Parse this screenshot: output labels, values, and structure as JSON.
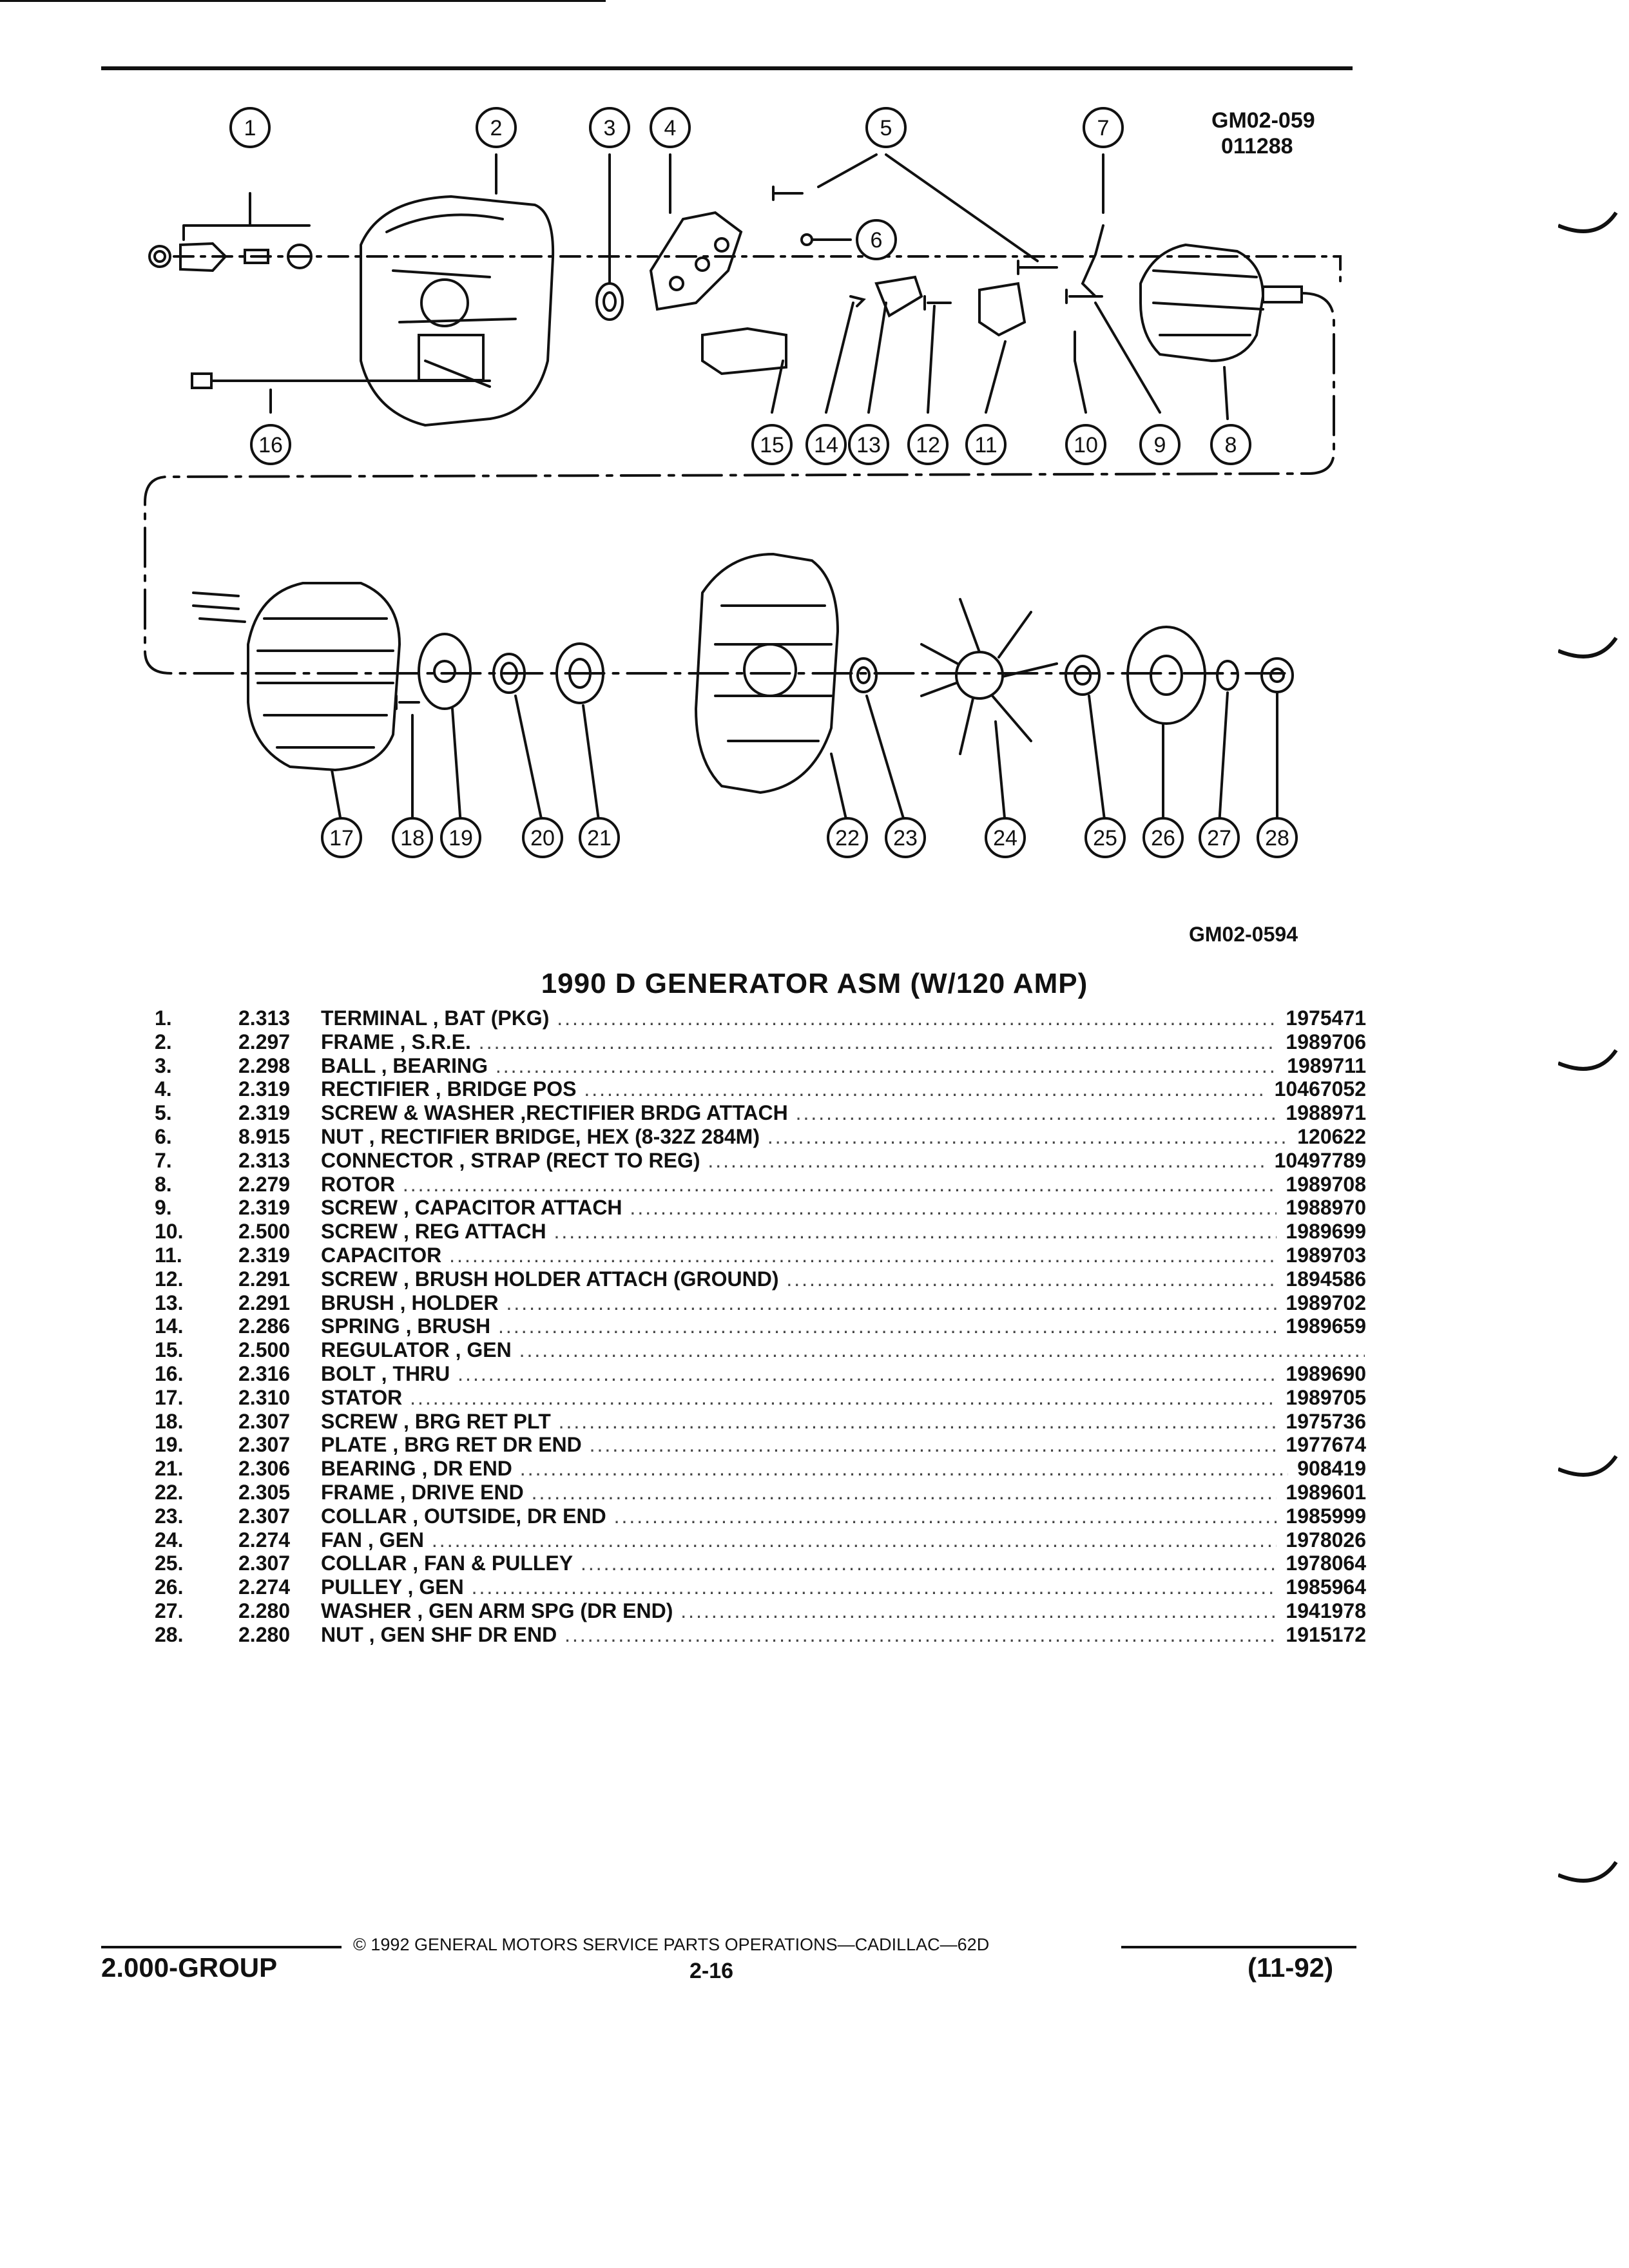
{
  "diagram": {
    "code_top_1": "GM02-059",
    "code_top_2": "011288",
    "code_bottom": "GM02-0594",
    "callouts": [
      "1",
      "2",
      "3",
      "4",
      "5",
      "6",
      "7",
      "8",
      "9",
      "10",
      "11",
      "12",
      "13",
      "14",
      "15",
      "16",
      "17",
      "18",
      "19",
      "20",
      "21",
      "22",
      "23",
      "24",
      "25",
      "26",
      "27",
      "28"
    ]
  },
  "title": "1990 D GENERATOR ASM (W/120 AMP)",
  "parts": [
    {
      "num": "1.",
      "group": "2.313",
      "desc": "TERMINAL , BAT (PKG)",
      "pn": "1975471"
    },
    {
      "num": "2.",
      "group": "2.297",
      "desc": "FRAME , S.R.E.",
      "pn": "1989706"
    },
    {
      "num": "3.",
      "group": "2.298",
      "desc": "BALL , BEARING",
      "pn": "1989711"
    },
    {
      "num": "4.",
      "group": "2.319",
      "desc": "RECTIFIER , BRIDGE POS",
      "pn": "10467052"
    },
    {
      "num": "5.",
      "group": "2.319",
      "desc": "SCREW & WASHER ,RECTIFIER BRDG ATTACH",
      "pn": "1988971"
    },
    {
      "num": "6.",
      "group": "8.915",
      "desc": "NUT , RECTIFIER BRIDGE, HEX (8-32Z 284M)",
      "pn": "120622"
    },
    {
      "num": "7.",
      "group": "2.313",
      "desc": "CONNECTOR , STRAP (RECT TO REG)",
      "pn": "10497789"
    },
    {
      "num": "8.",
      "group": "2.279",
      "desc": "ROTOR",
      "pn": "1989708"
    },
    {
      "num": "9.",
      "group": "2.319",
      "desc": "SCREW , CAPACITOR ATTACH",
      "pn": "1988970"
    },
    {
      "num": "10.",
      "group": "2.500",
      "desc": "SCREW , REG ATTACH",
      "pn": "1989699"
    },
    {
      "num": "11.",
      "group": "2.319",
      "desc": "CAPACITOR",
      "pn": "1989703"
    },
    {
      "num": "12.",
      "group": "2.291",
      "desc": "SCREW , BRUSH HOLDER ATTACH (GROUND)",
      "pn": "1894586"
    },
    {
      "num": "13.",
      "group": "2.291",
      "desc": "BRUSH , HOLDER",
      "pn": "1989702"
    },
    {
      "num": "14.",
      "group": "2.286",
      "desc": "SPRING , BRUSH",
      "pn": "1989659"
    },
    {
      "num": "15.",
      "group": "2.500",
      "desc": "REGULATOR , GEN",
      "pn": ""
    },
    {
      "num": "16.",
      "group": "2.316",
      "desc": "BOLT , THRU",
      "pn": "1989690"
    },
    {
      "num": "17.",
      "group": "2.310",
      "desc": "STATOR",
      "pn": "1989705"
    },
    {
      "num": "18.",
      "group": "2.307",
      "desc": "SCREW , BRG RET PLT",
      "pn": "1975736"
    },
    {
      "num": "19.",
      "group": "2.307",
      "desc": "PLATE , BRG RET DR END",
      "pn": "1977674"
    },
    {
      "num": "21.",
      "group": "2.306",
      "desc": "BEARING , DR END",
      "pn": "908419"
    },
    {
      "num": "22.",
      "group": "2.305",
      "desc": "FRAME , DRIVE END",
      "pn": "1989601"
    },
    {
      "num": "23.",
      "group": "2.307",
      "desc": "COLLAR , OUTSIDE, DR END",
      "pn": "1985999"
    },
    {
      "num": "24.",
      "group": "2.274",
      "desc": "FAN , GEN",
      "pn": "1978026"
    },
    {
      "num": "25.",
      "group": "2.307",
      "desc": "COLLAR , FAN & PULLEY",
      "pn": "1978064"
    },
    {
      "num": "26.",
      "group": "2.274",
      "desc": "PULLEY , GEN",
      "pn": "1985964"
    },
    {
      "num": "27.",
      "group": "2.280",
      "desc": "WASHER , GEN ARM SPG (DR END)",
      "pn": "1941978"
    },
    {
      "num": "28.",
      "group": "2.280",
      "desc": "NUT , GEN SHF DR END",
      "pn": "1915172"
    }
  ],
  "footer": {
    "copyright": "© 1992 GENERAL MOTORS SERVICE PARTS OPERATIONS—CADILLAC—62D",
    "group": "2.000-GROUP",
    "page": "2-16",
    "date": "(11-92)"
  }
}
